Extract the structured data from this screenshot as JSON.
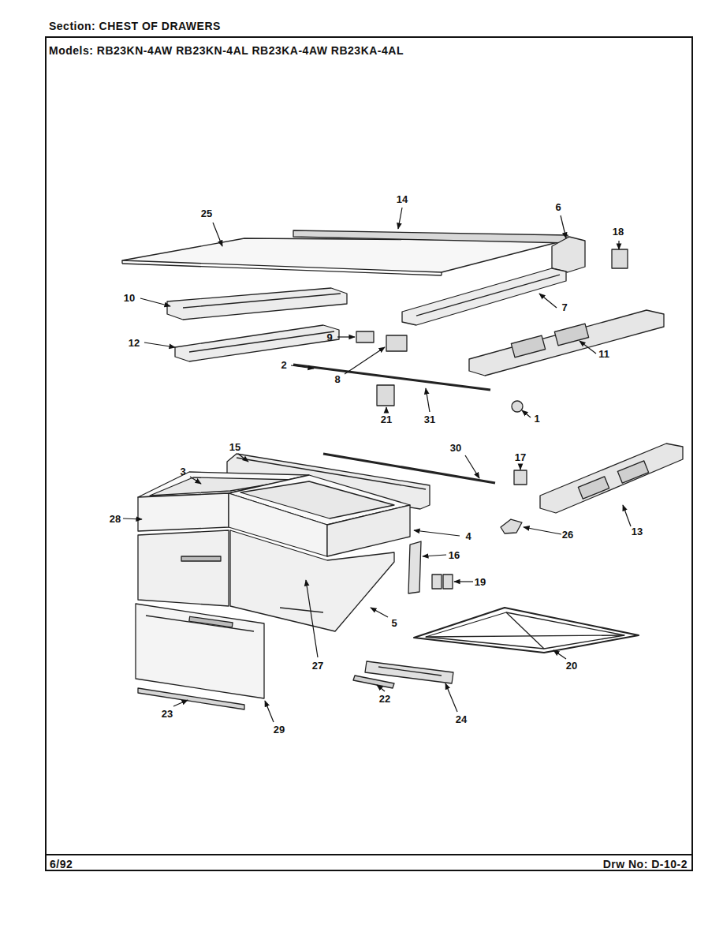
{
  "diagram": {
    "title": "Section: CHEST OF DRAWERS",
    "labels": [
      "Models: RB23KN-4AW RB23KN-4AL RB23KA-4AW RB23KA-4AL",
      "6/92",
      "Drw No: D-10-2",
      "1",
      "2",
      "3",
      "4",
      "5",
      "6",
      "7",
      "8",
      "9",
      "10",
      "11",
      "12",
      "13",
      "14",
      "15",
      "16",
      "17",
      "18",
      "19",
      "20",
      "21",
      "22",
      "23",
      "24",
      "25",
      "26",
      "27",
      "28",
      "29",
      "30",
      "31"
    ]
  }
}
